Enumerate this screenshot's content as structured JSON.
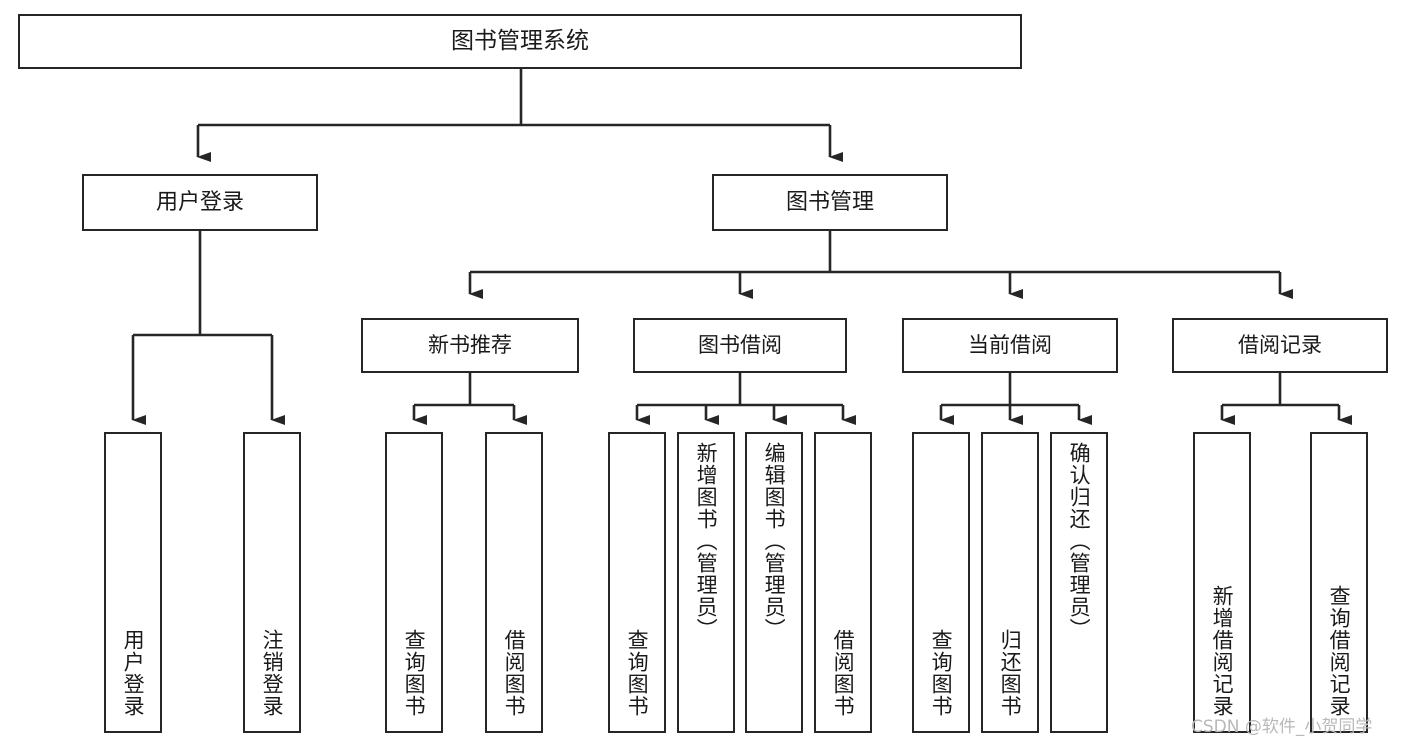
{
  "diagram": {
    "title": "图书管理系统",
    "type": "tree",
    "root": {
      "label": "图书管理系统"
    },
    "level1": [
      {
        "label": "用户登录"
      },
      {
        "label": "图书管理"
      }
    ],
    "level2": [
      {
        "label": "新书推荐"
      },
      {
        "label": "图书借阅"
      },
      {
        "label": "当前借阅"
      },
      {
        "label": "借阅记录"
      }
    ],
    "leaves": {
      "user_login": [
        {
          "label": "用户登录"
        },
        {
          "label": "注销登录"
        }
      ],
      "new_book_recommend": [
        {
          "label": "查询图书"
        },
        {
          "label": "借阅图书"
        }
      ],
      "book_borrow": [
        {
          "label": "查询图书"
        },
        {
          "label": "新增图书（管理员）"
        },
        {
          "label": "编辑图书（管理员）"
        },
        {
          "label": "借阅图书"
        }
      ],
      "current_borrow": [
        {
          "label": "查询图书"
        },
        {
          "label": "归还图书"
        },
        {
          "label": "确认归还（管理员）"
        }
      ],
      "borrow_record": [
        {
          "label": "新增借阅记录"
        },
        {
          "label": "查询借阅记录"
        }
      ]
    }
  },
  "watermark": {
    "text": "CSDN @软件_小贺同学"
  },
  "colors": {
    "stroke": "#262626",
    "box_fill": "#ffffff",
    "text": "#1a1a1a",
    "watermark": "#b9b9b9",
    "background": "#ffffff"
  }
}
